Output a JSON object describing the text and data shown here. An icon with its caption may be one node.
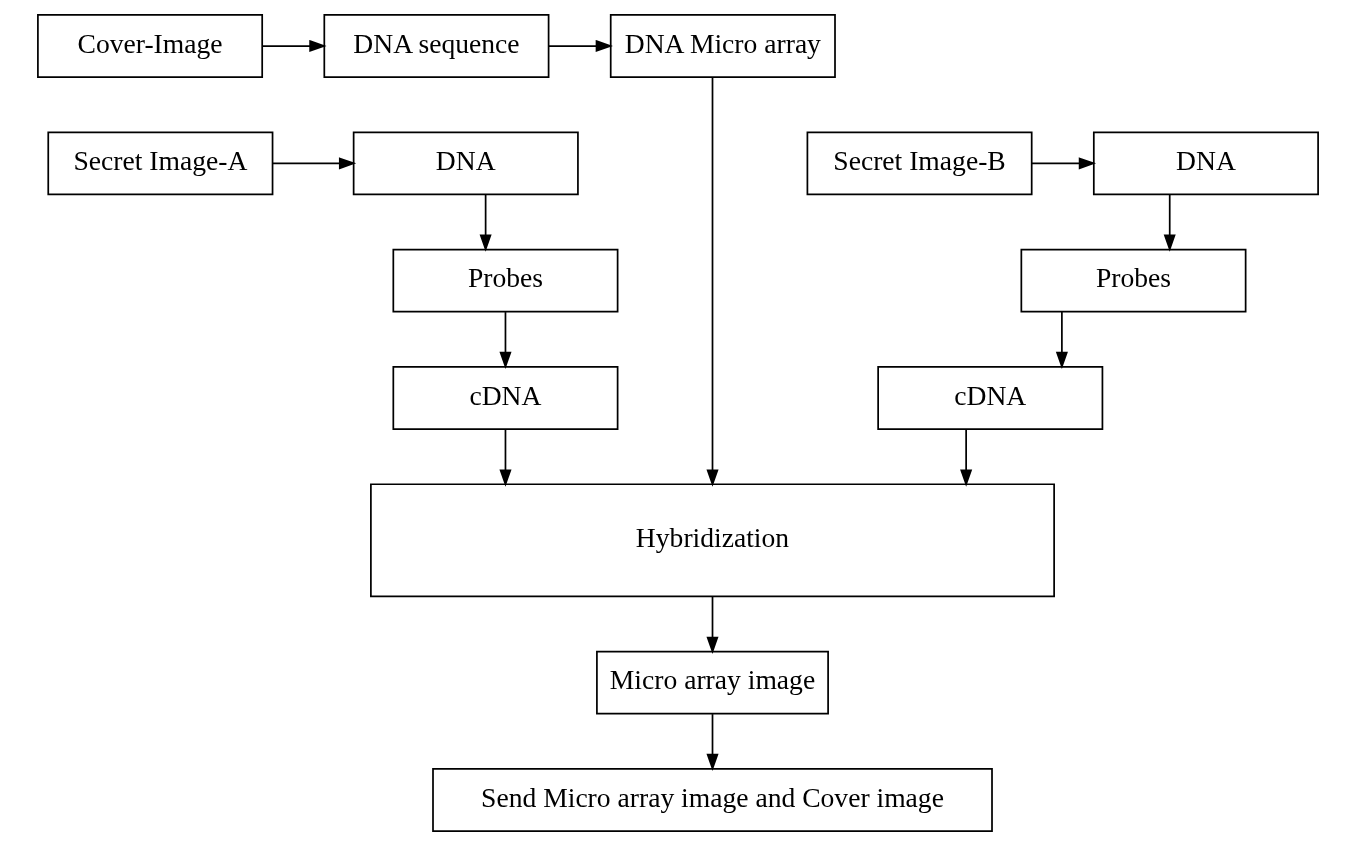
{
  "diagram": {
    "nodes": [
      {
        "text": [
          "Cover-Image"
        ]
      },
      {
        "text": [
          "DNA sequence"
        ]
      },
      {
        "text": [
          "DNA Micro array"
        ]
      },
      {
        "text": [
          "Secret Image-A"
        ]
      },
      {
        "text": [
          "DNA"
        ]
      },
      {
        "text": [
          "Probes"
        ]
      },
      {
        "text": [
          "cDNA"
        ]
      },
      {
        "text": [
          "DNA"
        ]
      },
      {
        "text": [
          "Secret Image-B"
        ]
      },
      {
        "text": [
          "Probes"
        ]
      },
      {
        "text": [
          "cDNA"
        ]
      },
      {
        "text": [
          "Hybridization"
        ]
      },
      {
        "text": [
          "Micro array image"
        ]
      },
      {
        "text": [
          "Send Micro array image and Cover image"
        ]
      }
    ],
    "edges": [
      {
        "from": 0,
        "to": 1,
        "arrow": "to"
      },
      {
        "from": 1,
        "to": 2,
        "arrow": "to"
      },
      {
        "from": 3,
        "to": 4,
        "arrow": "to"
      },
      {
        "from": 8,
        "to": 7,
        "arrow": "to"
      },
      {
        "from": 4,
        "to": 5,
        "arrow": "to"
      },
      {
        "from": 5,
        "to": 6,
        "arrow": "to"
      },
      {
        "from": 7,
        "to": 9,
        "arrow": "to"
      },
      {
        "from": 9,
        "to": 10,
        "arrow": "to"
      },
      {
        "from": 6,
        "to": 11,
        "arrow": "to"
      },
      {
        "from": 2,
        "to": 11,
        "arrow": "to"
      },
      {
        "from": 10,
        "to": 11,
        "arrow": "to"
      },
      {
        "from": 11,
        "to": 12,
        "arrow": "to"
      },
      {
        "from": 12,
        "to": 13,
        "arrow": "to"
      }
    ]
  }
}
